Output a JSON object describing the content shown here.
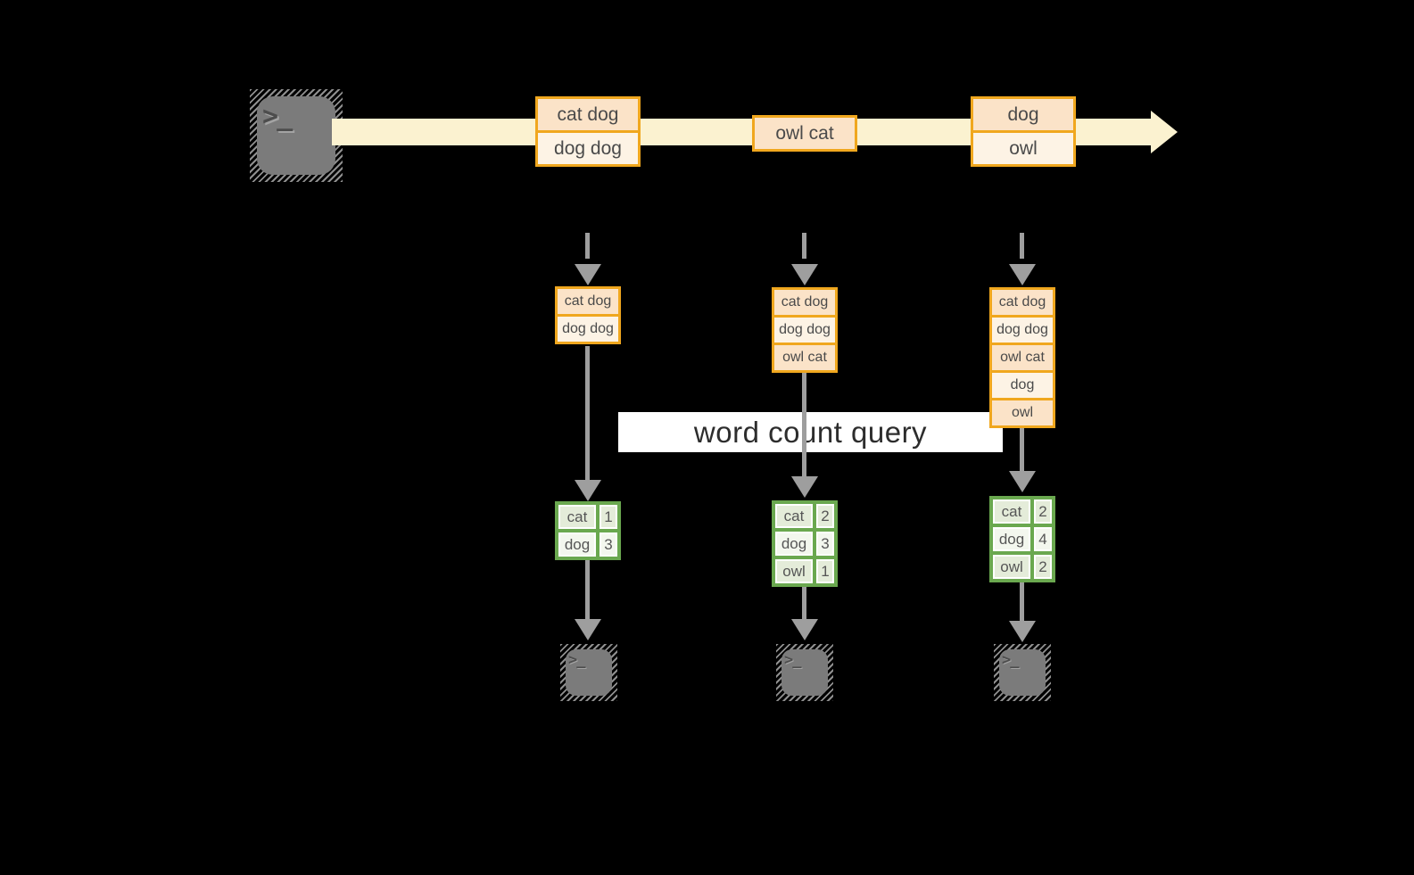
{
  "query_label": "word count query",
  "terminal": {
    "prompt": ">",
    "cursor": "_"
  },
  "stream_events": [
    {
      "rows": [
        "cat dog",
        "dog dog"
      ]
    },
    {
      "rows": [
        "owl cat"
      ]
    },
    {
      "rows": [
        "dog",
        "owl"
      ]
    }
  ],
  "accumulated_states": [
    {
      "rows": [
        "cat dog",
        "dog dog"
      ]
    },
    {
      "rows": [
        "cat dog",
        "dog dog",
        "owl cat"
      ]
    },
    {
      "rows": [
        "cat dog",
        "dog dog",
        "owl cat",
        "dog",
        "owl"
      ]
    }
  ],
  "count_tables": [
    {
      "rows": [
        {
          "word": "cat",
          "count": "1"
        },
        {
          "word": "dog",
          "count": "3"
        }
      ]
    },
    {
      "rows": [
        {
          "word": "cat",
          "count": "2"
        },
        {
          "word": "dog",
          "count": "3"
        },
        {
          "word": "owl",
          "count": "1"
        }
      ]
    },
    {
      "rows": [
        {
          "word": "cat",
          "count": "2"
        },
        {
          "word": "dog",
          "count": "4"
        },
        {
          "word": "owl",
          "count": "2"
        }
      ]
    }
  ],
  "colors": {
    "background": "#000000",
    "stream_fill": "#fbf2d0",
    "box_border": "#f0a71e",
    "box_fill_dark": "#fbe3c8",
    "box_fill_light": "#fdf3e5",
    "table_border": "#6aa84f",
    "table_fill_dark": "#e4ecd9",
    "table_fill_light": "#f3f7ee",
    "arrow_gray": "#9e9e9e",
    "terminal_fill": "#7b7b7b"
  }
}
